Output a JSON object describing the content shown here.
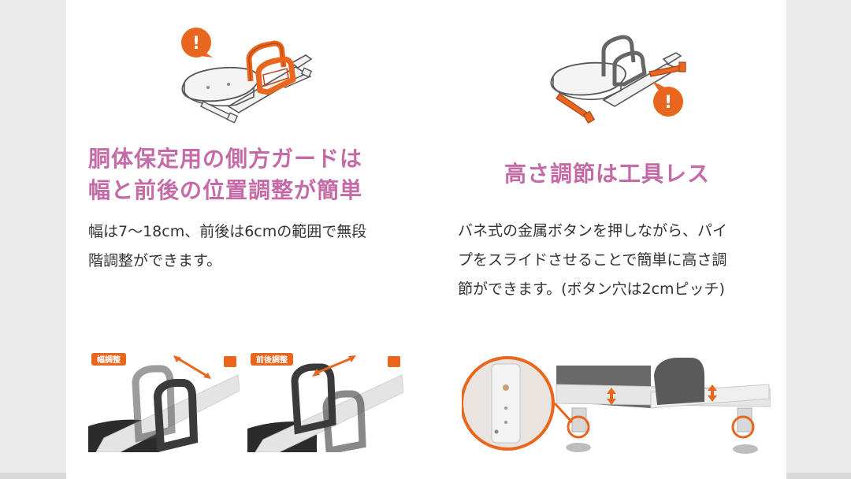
{
  "left": {
    "heading_line1": "胴体保定用の側方ガードは",
    "heading_line2": "幅と前後の位置調整が簡単",
    "body_line1": "幅は7〜18cm、前後は6cmの範囲で無段",
    "body_line2": "階調整ができます。",
    "photo1_label": "幅調整",
    "photo2_label": "前後調整",
    "alert_symbol": "!"
  },
  "right": {
    "heading": "高さ調節は工具レス",
    "body_line1": "バネ式の金属ボタンを押しながら、パイ",
    "body_line2": "プをスライドさせることで簡単に高さ調",
    "body_line3": "節ができます。(ボタン穴は2cmピッチ)",
    "alert_symbol": "!"
  },
  "colors": {
    "heading": "#c46aa6",
    "accent_orange": "#e8661e",
    "text": "#333333"
  }
}
